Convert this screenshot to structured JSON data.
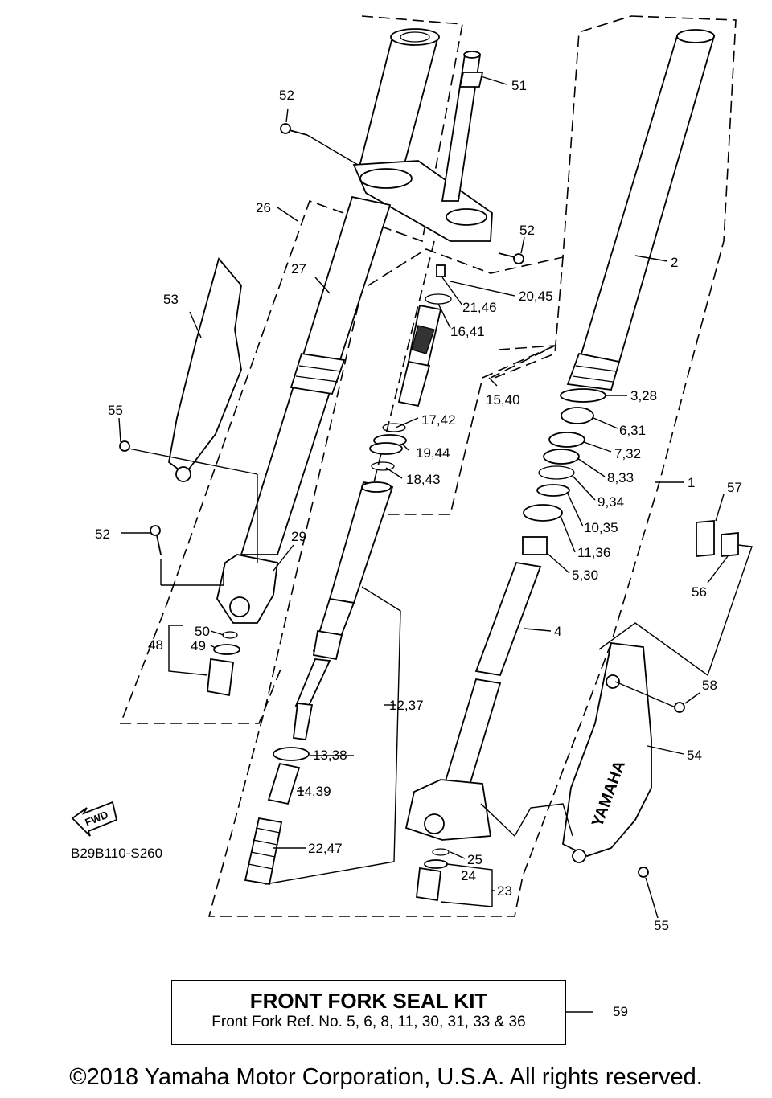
{
  "diagram_code": "B29B110-S260",
  "fwd_label": "FWD",
  "logo_text": "YAMAHA",
  "callouts": {
    "c1": "1",
    "c2": "2",
    "c3_28": "3,28",
    "c4": "4",
    "c5_30": "5,30",
    "c6_31": "6,31",
    "c7_32": "7,32",
    "c8_33": "8,33",
    "c9_34": "9,34",
    "c10_35": "10,35",
    "c11_36": "11,36",
    "c12_37": "12,37",
    "c13_38": "13,38",
    "c14_39": "14,39",
    "c15_40": "15,40",
    "c16_41": "16,41",
    "c17_42": "17,42",
    "c18_43": "18,43",
    "c19_44": "19,44",
    "c20_45": "20,45",
    "c21_46": "21,46",
    "c22_47": "22,47",
    "c23": "23",
    "c24": "24",
    "c25": "25",
    "c26": "26",
    "c27": "27",
    "c29": "29",
    "c48": "48",
    "c49": "49",
    "c50": "50",
    "c51": "51",
    "c52a": "52",
    "c52b": "52",
    "c52c": "52",
    "c53": "53",
    "c54": "54",
    "c55a": "55",
    "c55b": "55",
    "c56": "56",
    "c57": "57",
    "c58": "58",
    "c59": "59"
  },
  "seal_kit": {
    "title": "FRONT FORK SEAL KIT",
    "subtitle": "Front Fork Ref. No. 5, 6, 8, 11, 30, 31, 33 & 36"
  },
  "copyright": "©2018 Yamaha Motor Corporation, U.S.A. All rights reserved."
}
